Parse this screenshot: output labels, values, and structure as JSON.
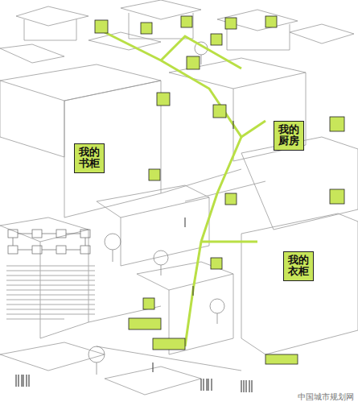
{
  "diagram": {
    "nodes": [
      {
        "text": [
          "我的书柜"
        ]
      },
      {
        "text": [
          "我的厨房"
        ]
      },
      {
        "text": [
          "我的衣柜"
        ]
      }
    ],
    "labels": [
      "中国城市规划网"
    ]
  }
}
